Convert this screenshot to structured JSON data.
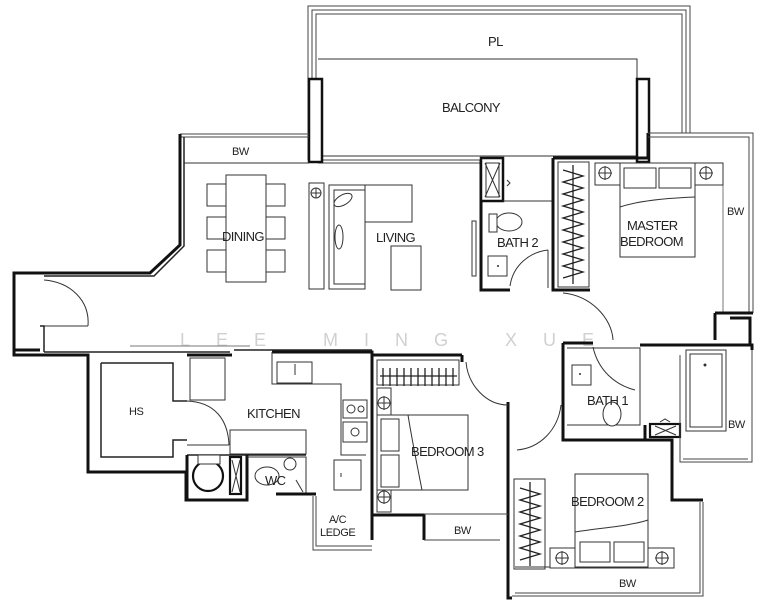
{
  "floorplan": {
    "watermark": "LEE MING XUE",
    "rooms": {
      "pl": "PL",
      "balcony": "BALCONY",
      "bw_dining": "BW",
      "dining": "DINING",
      "living": "LIVING",
      "bath2": "BATH 2",
      "master_line1": "MASTER",
      "master_line2": "BEDROOM",
      "bw_master": "BW",
      "hs": "HS",
      "kitchen": "KITCHEN",
      "wc": "WC",
      "ac_line1": "A/C",
      "ac_line2": "LEDGE",
      "bedroom3": "BEDROOM 3",
      "bw_bed3": "BW",
      "bath1": "BATH 1",
      "bw_bath1": "BW",
      "bedroom2": "BEDROOM 2",
      "bw_bed2": "BW"
    },
    "colors": {
      "wall": "#111111",
      "background": "#ffffff",
      "watermark": "#d0d0d0"
    }
  }
}
